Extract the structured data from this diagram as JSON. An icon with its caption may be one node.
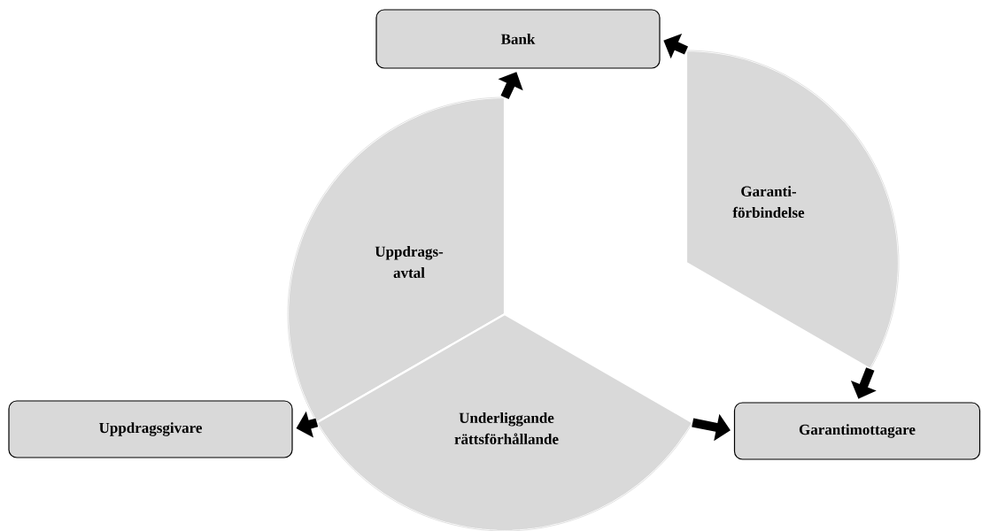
{
  "diagram": {
    "nodes": [
      {
        "text": [
          "Bank"
        ]
      },
      {
        "text": [
          "Uppdrags- avtal"
        ]
      },
      {
        "text": [
          "Garanti- förbindelse"
        ]
      },
      {
        "text": [
          "Uppdragsgivare"
        ]
      },
      {
        "text": [
          "Underliggande rättsförhållande"
        ]
      },
      {
        "text": [
          "Garantimottagare"
        ]
      }
    ],
    "edges": [
      {
        "from": 1,
        "to": 0,
        "arrow": "to"
      },
      {
        "from": 1,
        "to": 3,
        "arrow": "to"
      },
      {
        "from": 4,
        "to": 5,
        "arrow": "to"
      },
      {
        "from": 2,
        "to": 0,
        "arrow": "to"
      },
      {
        "from": 2,
        "to": 5,
        "arrow": "to"
      }
    ]
  }
}
